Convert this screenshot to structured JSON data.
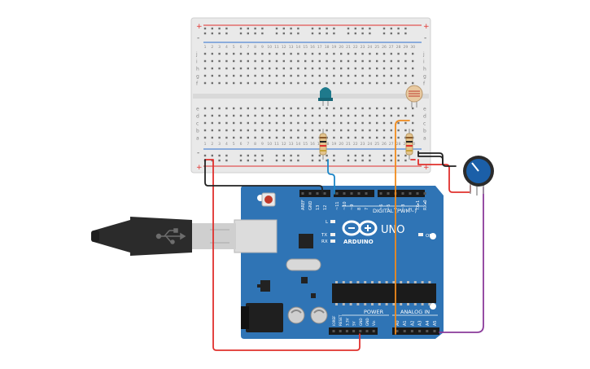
{
  "breadboard": {
    "rows_top": [
      "j",
      "i",
      "h",
      "g",
      "f"
    ],
    "rows_bottom": [
      "e",
      "d",
      "c",
      "b",
      "a"
    ],
    "rail_plus": "+",
    "rail_minus": "-",
    "column_numbers": [
      "1",
      "2",
      "3",
      "4",
      "5",
      "6",
      "7",
      "8",
      "9",
      "10",
      "11",
      "12",
      "13",
      "14",
      "15",
      "16",
      "17",
      "18",
      "19",
      "20",
      "21",
      "22",
      "23",
      "24",
      "25",
      "26",
      "27",
      "28",
      "29",
      "30"
    ]
  },
  "arduino": {
    "brand": "ARDUINO",
    "model": "UNO",
    "digital_label": "DIGITAL (PWM~)",
    "analog_label": "ANALOG IN",
    "power_label": "POWER",
    "on_label": "ON",
    "led_l": "L",
    "led_tx": "TX",
    "led_rx": "RX",
    "digital_pins": [
      "AREF",
      "GND",
      "13",
      "12",
      "~11",
      "~10",
      "~9",
      "8",
      "7",
      "~6",
      "~5",
      "4",
      "~3",
      "2",
      "TX▸1",
      "RX◂0"
    ],
    "power_pins": [
      "IOREF",
      "RESET",
      "3.3V",
      "5V",
      "GND",
      "GND",
      "Vin"
    ],
    "analog_pins": [
      "A0",
      "A1",
      "A2",
      "A3",
      "A4",
      "A5"
    ]
  },
  "colors": {
    "board_blue": "#2f74b5",
    "wire_red": "#e0302d",
    "wire_black": "#222222",
    "wire_blue": "#1c86c8",
    "wire_orange": "#f08a1c",
    "wire_purple": "#8a3a9a",
    "led_color": "#1f7a8c",
    "pot_color": "#1b5fa8"
  }
}
